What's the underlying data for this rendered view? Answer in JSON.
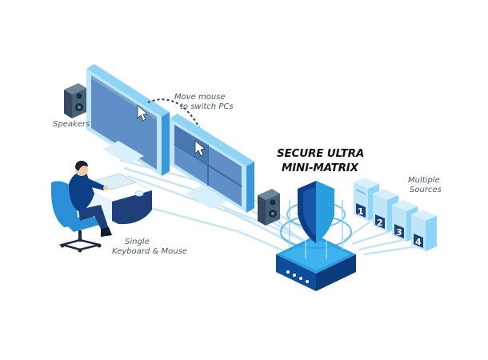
{
  "labels": {
    "speakers": "Speakers",
    "move_mouse_line1": "Move mouse",
    "move_mouse_line2": "to switch PCs",
    "title_line1": "SECURE ULTRA",
    "title_line2": "MINI-MATRIX",
    "multiple_line1": "Multiple",
    "multiple_line2": "Sources",
    "single_line1": "Single",
    "single_line2": "Keyboard & Mouse"
  },
  "sources": [
    "1",
    "2",
    "3",
    "4"
  ],
  "colors": {
    "accent": "#2a9fe0",
    "dark_blue": "#0d3f86",
    "cable": "#c9e4f6",
    "screen": "#5f8fc6",
    "text": "#4a5a66",
    "title": "#111111"
  }
}
